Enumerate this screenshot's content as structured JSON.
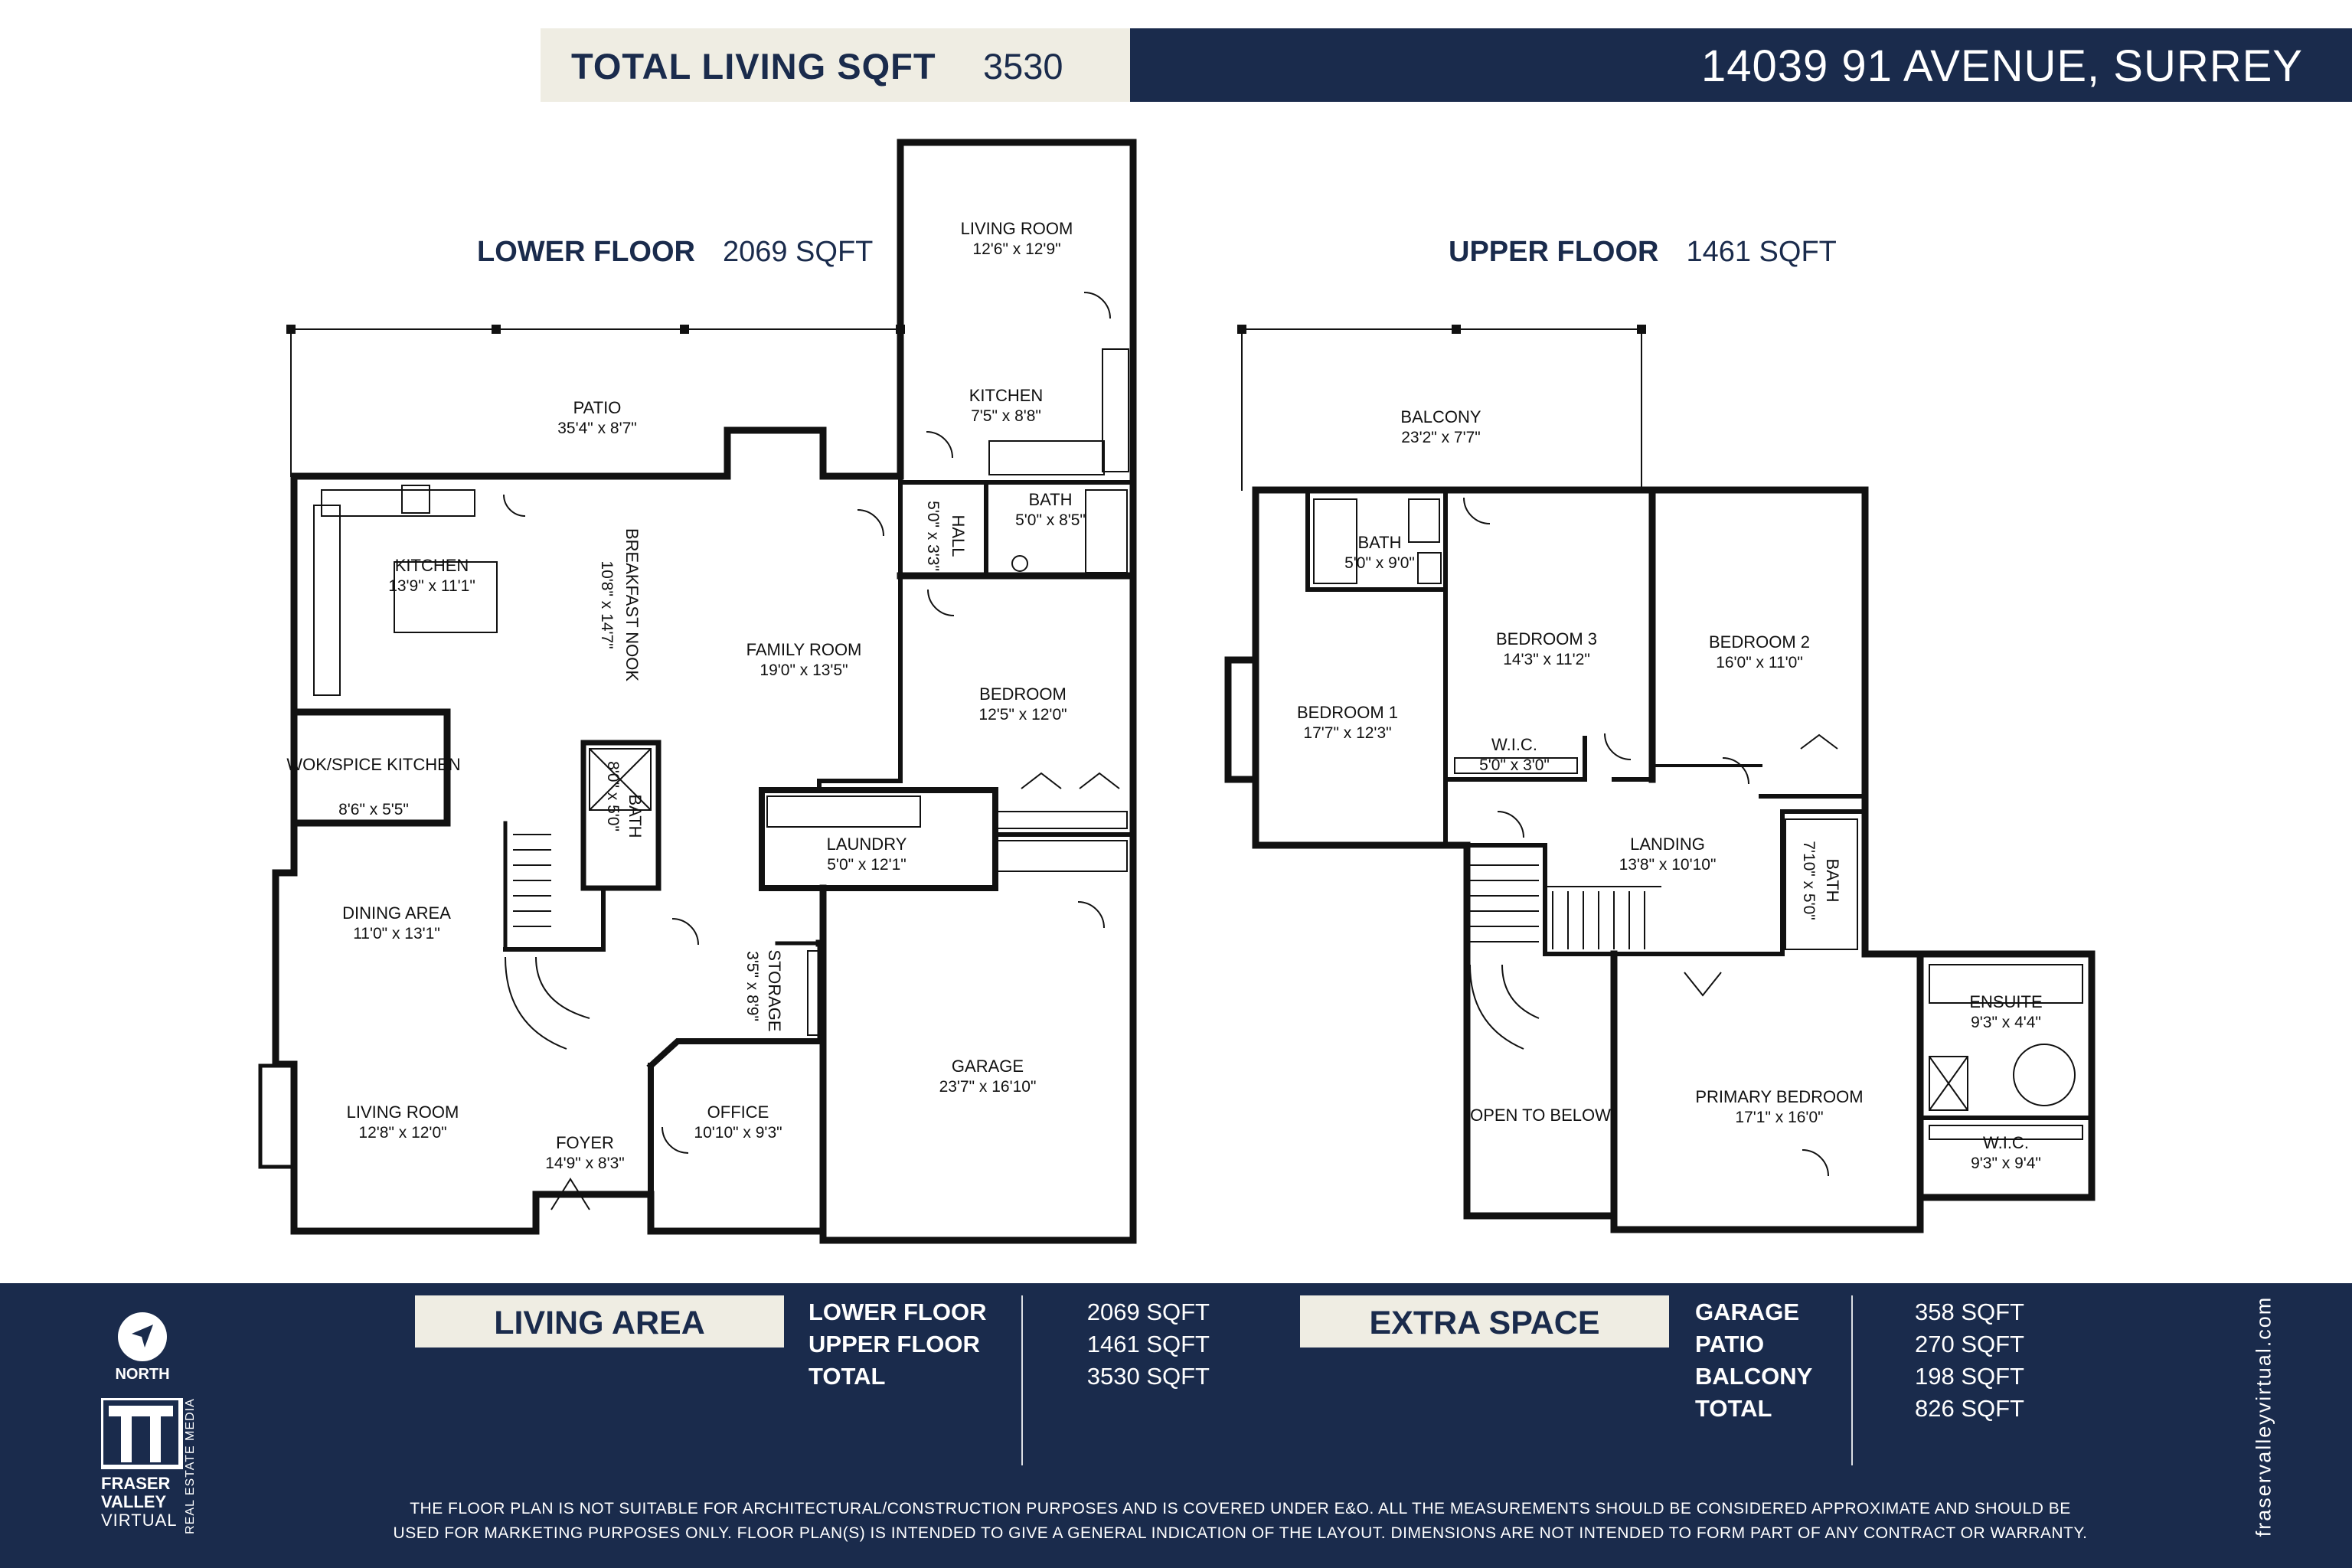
{
  "header": {
    "total_label": "TOTAL LIVING SQFT",
    "total_value": "3530",
    "address": "14039 91 AVENUE, SURREY"
  },
  "lower_floor": {
    "title": "LOWER FLOOR",
    "sqft": "2069 SQFT",
    "rooms": [
      {
        "name": "LIVING ROOM",
        "dims": "12'6\" x 12'9\""
      },
      {
        "name": "KITCHEN",
        "dims": "7'5\" x 8'8\""
      },
      {
        "name": "BATH",
        "dims": "5'0\" x 8'5\""
      },
      {
        "name": "HALL",
        "dims": "5'0\" x 3'3\""
      },
      {
        "name": "PATIO",
        "dims": "35'4\" x 8'7\""
      },
      {
        "name": "KITCHEN",
        "dims": "13'9\" x 11'1\""
      },
      {
        "name": "BREAKFAST NOOK",
        "dims": "10'8\" x 14'7\""
      },
      {
        "name": "FAMILY ROOM",
        "dims": "19'0\" x 13'5\""
      },
      {
        "name": "BEDROOM",
        "dims": "12'5\" x 12'0\""
      },
      {
        "name": "WOK/SPICE KITCHEN",
        "dims": "8'6\" x 5'5\""
      },
      {
        "name": "BATH",
        "dims": "8'0\" x 5'0\""
      },
      {
        "name": "LAUNDRY",
        "dims": "5'0\" x 12'1\""
      },
      {
        "name": "DINING AREA",
        "dims": "11'0\" x 13'1\""
      },
      {
        "name": "STORAGE",
        "dims": "3'5\" x 8'9\""
      },
      {
        "name": "GARAGE",
        "dims": "23'7\" x 16'10\""
      },
      {
        "name": "OFFICE",
        "dims": "10'10\" x 9'3\""
      },
      {
        "name": "LIVING ROOM",
        "dims": "12'8\" x 12'0\""
      },
      {
        "name": "FOYER",
        "dims": "14'9\" x 8'3\""
      }
    ]
  },
  "upper_floor": {
    "title": "UPPER FLOOR",
    "sqft": "1461 SQFT",
    "rooms": [
      {
        "name": "BALCONY",
        "dims": "23'2\" x 7'7\""
      },
      {
        "name": "BATH",
        "dims": "5'0\" x 9'0\""
      },
      {
        "name": "BEDROOM 3",
        "dims": "14'3\" x 11'2\""
      },
      {
        "name": "BEDROOM 2",
        "dims": "16'0\" x 11'0\""
      },
      {
        "name": "BEDROOM 1",
        "dims": "17'7\" x 12'3\""
      },
      {
        "name": "W.I.C.",
        "dims": "5'0\" x 3'0\""
      },
      {
        "name": "LANDING",
        "dims": "13'8\" x 10'10\""
      },
      {
        "name": "BATH",
        "dims": "7'10\" x 5'0\""
      },
      {
        "name": "ENSUITE",
        "dims": "9'3\" x 4'4\""
      },
      {
        "name": "OPEN TO BELOW",
        "dims": ""
      },
      {
        "name": "PRIMARY BEDROOM",
        "dims": "17'1\" x 16'0\""
      },
      {
        "name": "W.I.C.",
        "dims": "9'3\" x 9'4\""
      }
    ]
  },
  "footer": {
    "north_label": "NORTH",
    "logo_line1": "FRASER",
    "logo_line2": "VALLEY",
    "logo_line3": "VIRTUAL",
    "logo_side": "REAL ESTATE MEDIA",
    "living_area": {
      "title": "LIVING AREA",
      "rows": [
        {
          "label": "LOWER FLOOR",
          "value": "2069 SQFT"
        },
        {
          "label": "UPPER FLOOR",
          "value": "1461 SQFT"
        },
        {
          "label": "TOTAL",
          "value": "3530 SQFT"
        }
      ]
    },
    "extra_space": {
      "title": "EXTRA SPACE",
      "rows": [
        {
          "label": "GARAGE",
          "value": "358 SQFT"
        },
        {
          "label": "PATIO",
          "value": "270 SQFT"
        },
        {
          "label": "BALCONY",
          "value": "198 SQFT"
        },
        {
          "label": "TOTAL",
          "value": "826 SQFT"
        }
      ]
    },
    "disclaimer_line1": "THE FLOOR PLAN IS NOT SUITABLE FOR ARCHITECTURAL/CONSTRUCTION PURPOSES AND IS COVERED UNDER E&O. ALL THE MEASUREMENTS SHOULD BE CONSIDERED APPROXIMATE AND SHOULD BE",
    "disclaimer_line2": "USED FOR MARKETING PURPOSES ONLY. FLOOR PLAN(S) IS INTENDED TO GIVE A GENERAL INDICATION OF THE LAYOUT. DIMENSIONS ARE NOT INTENDED TO FORM PART OF ANY CONTRACT OR WARRANTY.",
    "website": "fraservalleyvirtual.com"
  }
}
